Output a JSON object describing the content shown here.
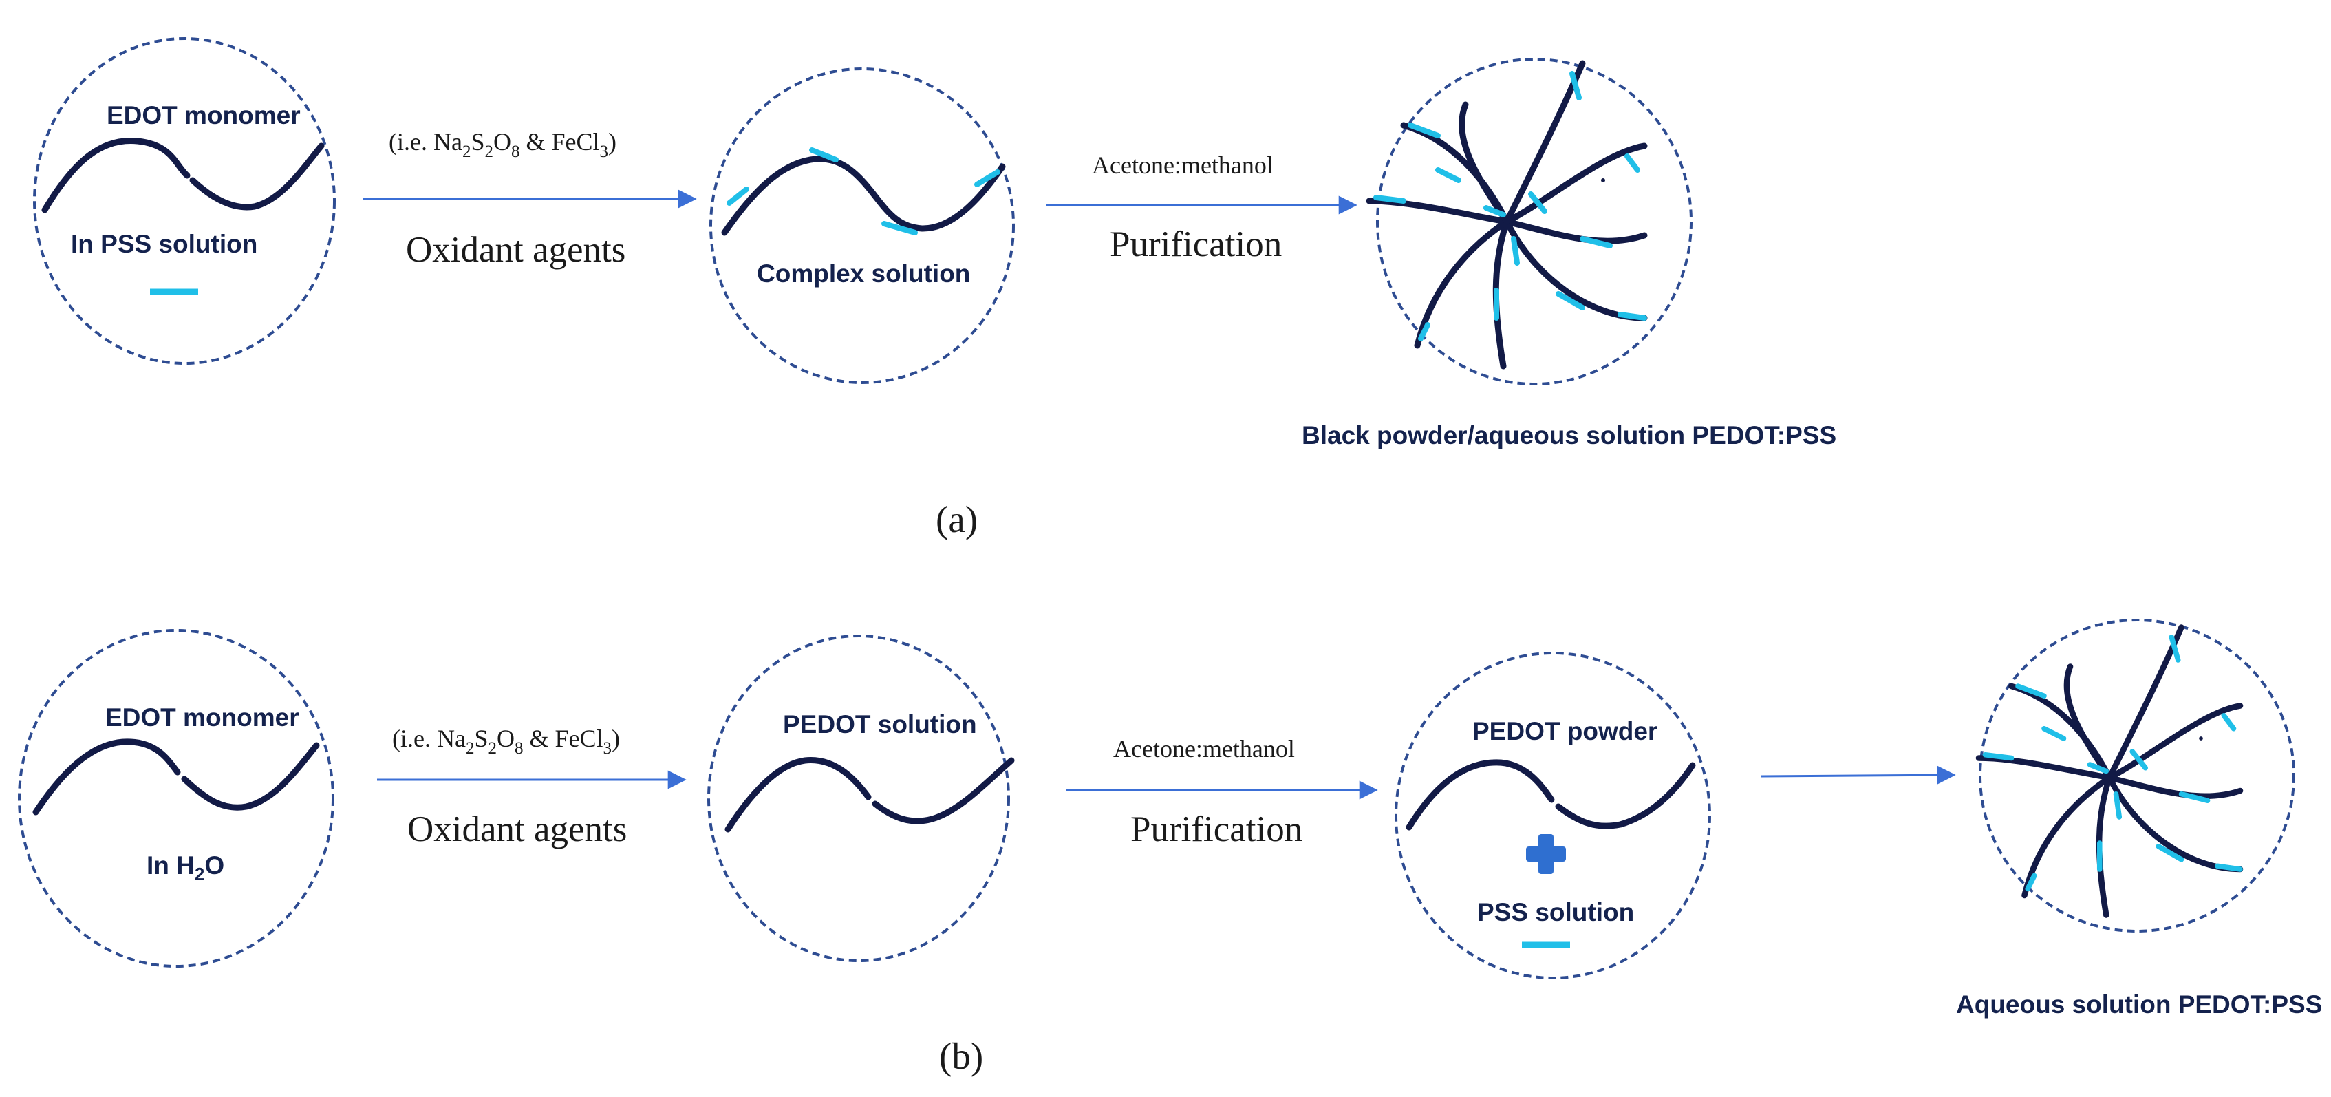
{
  "panel_a": {
    "step1": {
      "top_label": "EDOT monomer",
      "bottom_label": "In PSS solution"
    },
    "reaction1": {
      "oxidant_prefix": "(i.e. Na",
      "oxidant_s": "S",
      "oxidant_o": "O",
      "oxidant_fe": " & FeCl",
      "oxidant_suffix": ")",
      "sub_2a": "2",
      "sub_2b": "2",
      "sub_8": "8",
      "sub_3": "3",
      "label": "Oxidant agents"
    },
    "step2": {
      "label": "Complex solution"
    },
    "reaction2": {
      "solvent": "Acetone:methanol",
      "label": "Purification"
    },
    "step3": {
      "label": "Black powder/aqueous solution PEDOT:PSS"
    },
    "caption": "(a)"
  },
  "panel_b": {
    "step1": {
      "top_label": "EDOT monomer",
      "bottom_prefix": "In H",
      "bottom_sub": "2",
      "bottom_suffix": "O"
    },
    "reaction1": {
      "oxidant_prefix": "(i.e. Na",
      "oxidant_s": "S",
      "oxidant_o": "O",
      "oxidant_fe": " & FeCl",
      "oxidant_suffix": ")",
      "sub_2a": "2",
      "sub_2b": "2",
      "sub_8": "8",
      "sub_3": "3",
      "label": "Oxidant agents"
    },
    "step2": {
      "label": "PEDOT solution"
    },
    "reaction2": {
      "solvent": "Acetone:methanol",
      "label": "Purification"
    },
    "step3": {
      "top_label": "PEDOT powder",
      "bottom_label": "PSS solution"
    },
    "step4": {
      "label": "Aqueous solution PEDOT:PSS"
    },
    "caption": "(b)"
  },
  "colors": {
    "chain": "#121a46",
    "dopant": "#20bfe8",
    "circle": "#2e4c92",
    "arrow": "#3b6fd6",
    "plus": "#2f6fd0"
  },
  "icons": [
    "plus-icon",
    "minus-icon"
  ]
}
